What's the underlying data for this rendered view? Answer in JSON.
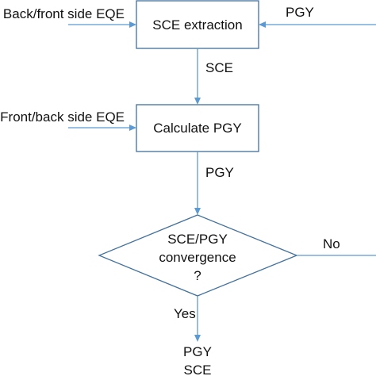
{
  "colors": {
    "shape_stroke": "#41719c",
    "connector": "#5b9bd5",
    "text": "#111111"
  },
  "nodes": {
    "sce_extraction": "SCE extraction",
    "calculate_pgy": "Calculate PGY",
    "decision": {
      "line1": "SCE/PGY",
      "line2": "convergence",
      "line3": "?"
    }
  },
  "edge_labels": {
    "back_front_eqe": "Back/front side EQE",
    "front_back_eqe": "Front/back side EQE",
    "pgy_feedback": "PGY",
    "sce": "SCE",
    "pgy": "PGY",
    "no": "No",
    "yes": "Yes"
  },
  "outputs": {
    "line1": "PGY",
    "line2": "SCE"
  }
}
